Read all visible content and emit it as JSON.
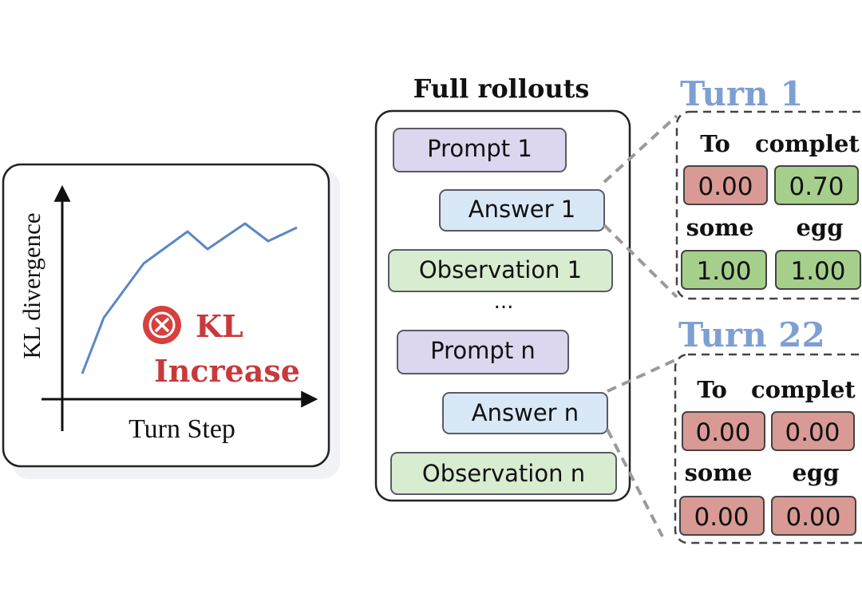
{
  "kl_panel": {
    "y_axis_label": "KL divergence",
    "x_axis_label": "Turn Step",
    "warning_line1": "KL",
    "warning_line2": "Increase",
    "curve_points": [
      [
        103,
        468
      ],
      [
        130,
        398
      ],
      [
        180,
        330
      ],
      [
        235,
        290
      ],
      [
        260,
        312
      ],
      [
        307,
        280
      ],
      [
        336,
        302
      ],
      [
        372,
        285
      ]
    ]
  },
  "rollouts": {
    "title": "Full rollouts",
    "items": [
      {
        "label": "Prompt 1",
        "kind": "prompt"
      },
      {
        "label": "Answer 1",
        "kind": "answer"
      },
      {
        "label": "Observation 1",
        "kind": "observation"
      },
      {
        "label": "...",
        "kind": "ellipsis"
      },
      {
        "label": "Prompt n",
        "kind": "prompt"
      },
      {
        "label": "Answer n",
        "kind": "answer"
      },
      {
        "label": "Observation n",
        "kind": "observation"
      }
    ]
  },
  "turns": [
    {
      "title": "Turn 1",
      "row1_words": [
        "To",
        "complet"
      ],
      "row1_scores": [
        "0.00",
        "0.70"
      ],
      "row2_words": [
        "some",
        "egg"
      ],
      "row2_scores": [
        "1.00",
        "1.00"
      ],
      "row1_colors": [
        "#d99a95",
        "#a6cf8c"
      ],
      "row2_colors": [
        "#a6cf8c",
        "#a6cf8c"
      ]
    },
    {
      "title": "Turn 22",
      "row1_words": [
        "To",
        "complet"
      ],
      "row1_scores": [
        "0.00",
        "0.00"
      ],
      "row2_words": [
        "some",
        "egg"
      ],
      "row2_scores": [
        "0.00",
        "0.00"
      ],
      "row1_colors": [
        "#d99a95",
        "#d99a95"
      ],
      "row2_colors": [
        "#d99a95",
        "#d99a95"
      ]
    }
  ],
  "colors": {
    "curve": "#5b87c5",
    "warning": "#c9393b",
    "turn_title": "#7d9fd3",
    "prompt_fill": "#dcd6ee",
    "answer_fill": "#d9e8f6",
    "observation_fill": "#d8ecd0",
    "red_score": "#d99a95",
    "green_score": "#a6cf8c"
  }
}
